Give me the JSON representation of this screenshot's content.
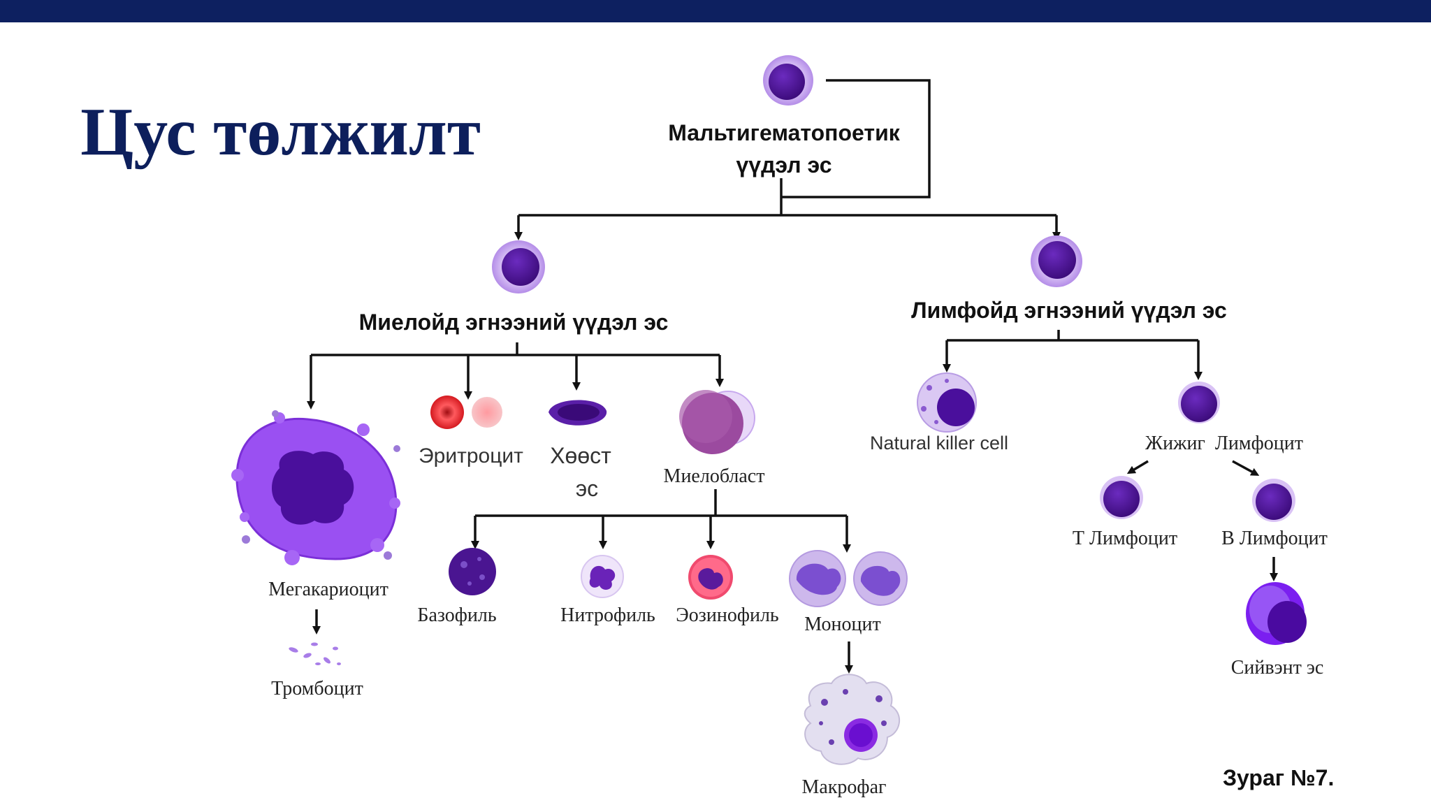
{
  "title": "Цус төлжилт",
  "caption": "Зураг №7.",
  "nodes": {
    "stem": {
      "line1": "Мальтигематопоетик",
      "line2": "үүдэл эс"
    },
    "myeloid": "Миелойд эгнээний үүдэл эс",
    "lymphoid": "Лимфойд эгнээний үүдэл эс",
    "megakaryocyte": "Мегакариоцит",
    "thrombocyte": "Тромбоцит",
    "erythrocyte": "Эритроцит",
    "hollow_cell": {
      "line1": "Хөөст",
      "line2": "эс"
    },
    "myeloblast": "Миелобласт",
    "basophil": "Базофиль",
    "neutrophil": "Нитрофиль",
    "eosinophil": "Эозинофиль",
    "monocyte": "Моноцит",
    "macrophage": "Макрофаг",
    "nk_cell": "Natural killer cell",
    "small_lymphocyte": "Жижиг  Лимфоцит",
    "t_lymphocyte": "Т Лимфоцит",
    "b_lymphocyte": "В Лимфоцит",
    "plasma_cell": "Сийвэнт эс"
  },
  "colors": {
    "header_bar": "#0d2060",
    "title": "#0d1f5c",
    "cell_nucleus": "#4a0f8c",
    "cell_membrane": "#c9a8ee",
    "megakaryocyte": "#9a4ff0",
    "erythrocyte": "#e5262b",
    "connector": "#111111"
  }
}
